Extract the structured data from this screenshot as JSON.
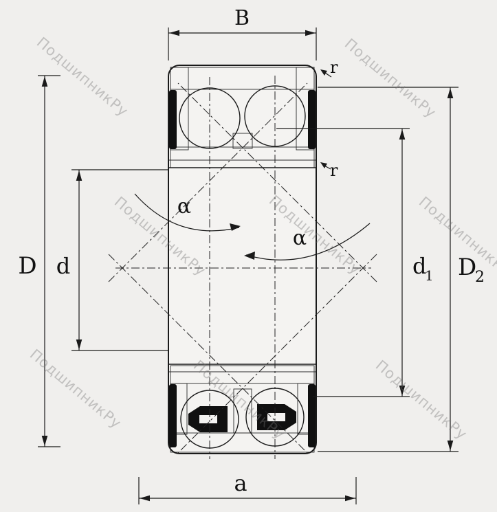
{
  "drawing": {
    "type": "bearing-cross-section",
    "labels": {
      "width_b": "B",
      "corner_r_top": "r",
      "corner_r_inner": "r",
      "outer_diameter": "D",
      "bore_diameter": "d",
      "contact_angle_left": "α",
      "contact_angle_right": "α",
      "d1_base": "d",
      "d1_sub": "1",
      "d2_base": "D",
      "d2_sub": "2",
      "pressure_center_distance": "a"
    },
    "colors": {
      "background": "#f0efed",
      "body": "#f4f3f1",
      "ball": "#fbfaf9",
      "line": "#1a1a1a",
      "seal": "#101010",
      "watermark": "rgba(115,115,115,0.38)"
    }
  },
  "watermark": {
    "text": "ПодшипникРу"
  }
}
